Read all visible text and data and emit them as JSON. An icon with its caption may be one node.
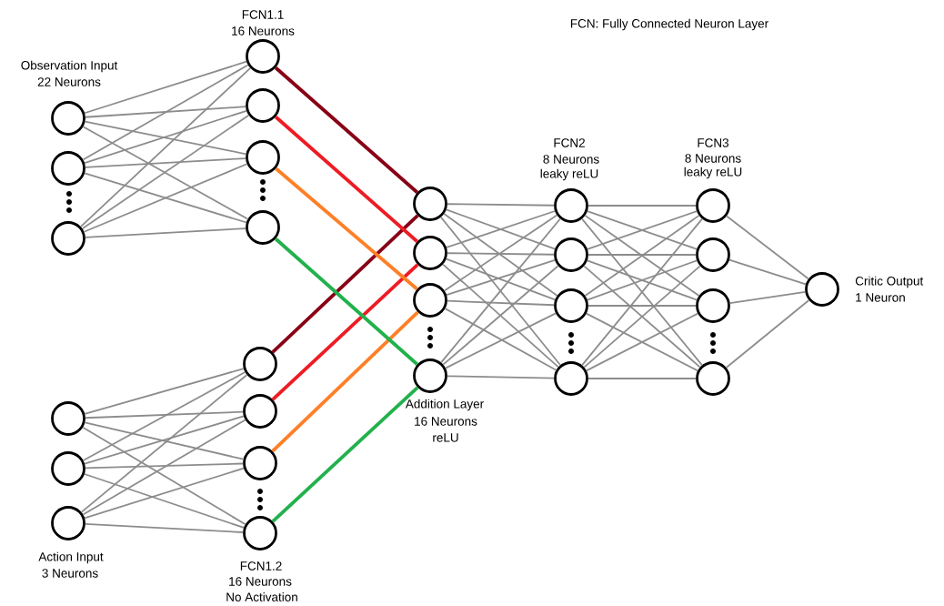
{
  "diagram": {
    "nodes": [
      {
        "text": [],
        "shape": "circle"
      },
      {
        "text": [],
        "shape": "circle"
      },
      {
        "text": [],
        "shape": "circle"
      },
      {
        "text": [],
        "shape": "circle"
      },
      {
        "text": [],
        "shape": "circle"
      },
      {
        "text": [],
        "shape": "circle"
      },
      {
        "text": [],
        "shape": "circle"
      },
      {
        "text": [],
        "shape": "circle"
      },
      {
        "text": [],
        "shape": "circle"
      },
      {
        "text": [],
        "shape": "circle"
      },
      {
        "text": [],
        "shape": "circle"
      },
      {
        "text": [],
        "shape": "circle"
      },
      {
        "text": [],
        "shape": "circle"
      },
      {
        "text": [],
        "shape": "circle"
      },
      {
        "text": [],
        "shape": "circle"
      },
      {
        "text": [],
        "shape": "circle"
      },
      {
        "text": [],
        "shape": "circle"
      },
      {
        "text": [],
        "shape": "circle"
      },
      {
        "text": [],
        "shape": "circle"
      },
      {
        "text": [],
        "shape": "circle"
      },
      {
        "text": [],
        "shape": "circle"
      },
      {
        "text": [],
        "shape": "circle"
      },
      {
        "text": [],
        "shape": "circle"
      },
      {
        "text": [],
        "shape": "circle"
      },
      {
        "text": [],
        "shape": "circle"
      },
      {
        "text": [],
        "shape": "circle"
      },
      {
        "text": [],
        "shape": "circle"
      }
    ],
    "edges": [
      {
        "from": 0,
        "to": 3,
        "arrow": "none"
      },
      {
        "from": 0,
        "to": 4,
        "arrow": "none"
      },
      {
        "from": 0,
        "to": 5,
        "arrow": "none"
      },
      {
        "from": 0,
        "to": 6,
        "arrow": "none"
      },
      {
        "from": 1,
        "to": 3,
        "arrow": "none"
      },
      {
        "from": 1,
        "to": 4,
        "arrow": "none"
      },
      {
        "from": 1,
        "to": 5,
        "arrow": "none"
      },
      {
        "from": 1,
        "to": 6,
        "arrow": "none"
      },
      {
        "from": 2,
        "to": 3,
        "arrow": "none"
      },
      {
        "from": 2,
        "to": 4,
        "arrow": "none"
      },
      {
        "from": 2,
        "to": 5,
        "arrow": "none"
      },
      {
        "from": 2,
        "to": 6,
        "arrow": "none"
      },
      {
        "from": 7,
        "to": 10,
        "arrow": "none"
      },
      {
        "from": 7,
        "to": 11,
        "arrow": "none"
      },
      {
        "from": 7,
        "to": 12,
        "arrow": "none"
      },
      {
        "from": 7,
        "to": 13,
        "arrow": "none"
      },
      {
        "from": 8,
        "to": 10,
        "arrow": "none"
      },
      {
        "from": 8,
        "to": 11,
        "arrow": "none"
      },
      {
        "from": 8,
        "to": 12,
        "arrow": "none"
      },
      {
        "from": 8,
        "to": 13,
        "arrow": "none"
      },
      {
        "from": 9,
        "to": 10,
        "arrow": "none"
      },
      {
        "from": 9,
        "to": 11,
        "arrow": "none"
      },
      {
        "from": 9,
        "to": 12,
        "arrow": "none"
      },
      {
        "from": 9,
        "to": 13,
        "arrow": "none"
      },
      {
        "from": 3,
        "to": 14,
        "arrow": "none",
        "style": "thick",
        "color": "#880015"
      },
      {
        "from": 10,
        "to": 14,
        "arrow": "none",
        "style": "thick",
        "color": "#880015"
      },
      {
        "from": 4,
        "to": 15,
        "arrow": "none",
        "style": "thick",
        "color": "#ed1c24"
      },
      {
        "from": 11,
        "to": 15,
        "arrow": "none",
        "style": "thick",
        "color": "#ed1c24"
      },
      {
        "from": 5,
        "to": 16,
        "arrow": "none",
        "style": "thick",
        "color": "#ff7f27"
      },
      {
        "from": 12,
        "to": 16,
        "arrow": "none",
        "style": "thick",
        "color": "#ff7f27"
      },
      {
        "from": 6,
        "to": 17,
        "arrow": "none",
        "style": "thick",
        "color": "#22b14c"
      },
      {
        "from": 13,
        "to": 17,
        "arrow": "none",
        "style": "thick",
        "color": "#22b14c"
      },
      {
        "from": 14,
        "to": 18,
        "arrow": "none"
      },
      {
        "from": 14,
        "to": 19,
        "arrow": "none"
      },
      {
        "from": 14,
        "to": 20,
        "arrow": "none"
      },
      {
        "from": 14,
        "to": 21,
        "arrow": "none"
      },
      {
        "from": 15,
        "to": 18,
        "arrow": "none"
      },
      {
        "from": 15,
        "to": 19,
        "arrow": "none"
      },
      {
        "from": 15,
        "to": 20,
        "arrow": "none"
      },
      {
        "from": 15,
        "to": 21,
        "arrow": "none"
      },
      {
        "from": 16,
        "to": 18,
        "arrow": "none"
      },
      {
        "from": 16,
        "to": 19,
        "arrow": "none"
      },
      {
        "from": 16,
        "to": 20,
        "arrow": "none"
      },
      {
        "from": 16,
        "to": 21,
        "arrow": "none"
      },
      {
        "from": 17,
        "to": 18,
        "arrow": "none"
      },
      {
        "from": 17,
        "to": 19,
        "arrow": "none"
      },
      {
        "from": 17,
        "to": 20,
        "arrow": "none"
      },
      {
        "from": 17,
        "to": 21,
        "arrow": "none"
      },
      {
        "from": 18,
        "to": 22,
        "arrow": "none"
      },
      {
        "from": 18,
        "to": 23,
        "arrow": "none"
      },
      {
        "from": 18,
        "to": 24,
        "arrow": "none"
      },
      {
        "from": 18,
        "to": 25,
        "arrow": "none"
      },
      {
        "from": 19,
        "to": 22,
        "arrow": "none"
      },
      {
        "from": 19,
        "to": 23,
        "arrow": "none"
      },
      {
        "from": 19,
        "to": 24,
        "arrow": "none"
      },
      {
        "from": 19,
        "to": 25,
        "arrow": "none"
      },
      {
        "from": 20,
        "to": 22,
        "arrow": "none"
      },
      {
        "from": 20,
        "to": 23,
        "arrow": "none"
      },
      {
        "from": 20,
        "to": 24,
        "arrow": "none"
      },
      {
        "from": 20,
        "to": 25,
        "arrow": "none"
      },
      {
        "from": 21,
        "to": 22,
        "arrow": "none"
      },
      {
        "from": 21,
        "to": 23,
        "arrow": "none"
      },
      {
        "from": 21,
        "to": 24,
        "arrow": "none"
      },
      {
        "from": 21,
        "to": 25,
        "arrow": "none"
      },
      {
        "from": 22,
        "to": 26,
        "arrow": "none"
      },
      {
        "from": 23,
        "to": 26,
        "arrow": "none"
      },
      {
        "from": 24,
        "to": 26,
        "arrow": "none"
      },
      {
        "from": 25,
        "to": 26,
        "arrow": "none"
      }
    ],
    "labels": [
      "FCN1.1",
      "16 Neurons",
      "FCN: Fully Connected Neuron Layer",
      "Observation Input",
      "22 Neurons",
      "FCN2",
      "8 Neurons",
      "leaky reLU",
      "FCN3",
      "8 Neurons",
      "leaky reLU",
      "Critic Output",
      "1 Neuron",
      "Addition Layer",
      "16 Neurons",
      "reLU",
      "Action Input",
      "3 Neurons",
      "FCN1.2",
      "16 Neurons",
      "No Activation"
    ]
  }
}
